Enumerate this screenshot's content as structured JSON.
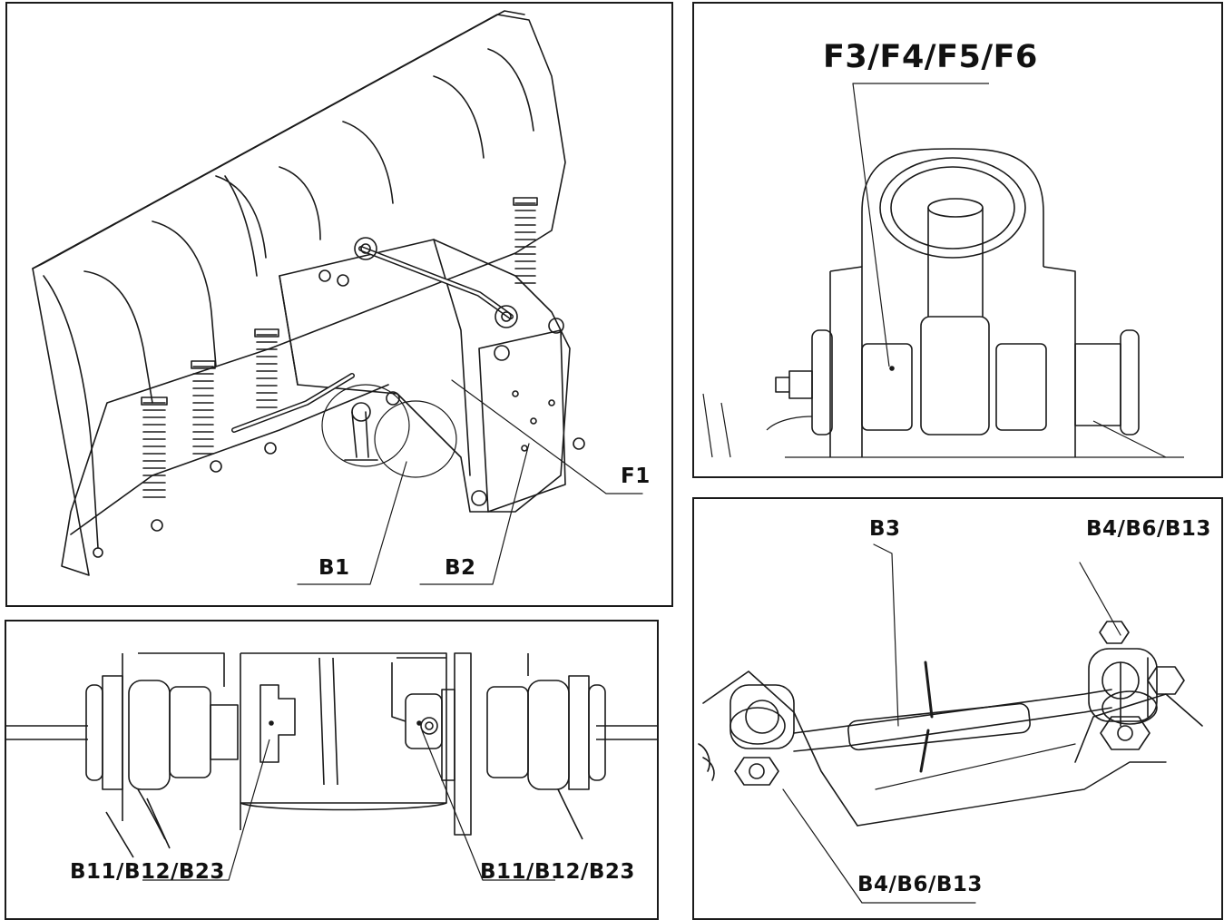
{
  "panels": {
    "overview": {
      "labels": {
        "f1": "F1",
        "b1": "B1",
        "b2": "B2"
      }
    },
    "pivot_detail": {
      "labels": {
        "f3_f6": "F3/F4/F5/F6"
      }
    },
    "axle_detail": {
      "labels": {
        "left": "B11/B12/B23",
        "right": "B11/B12/B23"
      }
    },
    "linkage_detail": {
      "labels": {
        "b3": "B3",
        "top": "B4/B6/B13",
        "bottom": "B4/B6/B13"
      }
    }
  },
  "colors": {
    "line": "#1a1a1a",
    "paper": "#ffffff",
    "border": "#1a1a1a"
  }
}
